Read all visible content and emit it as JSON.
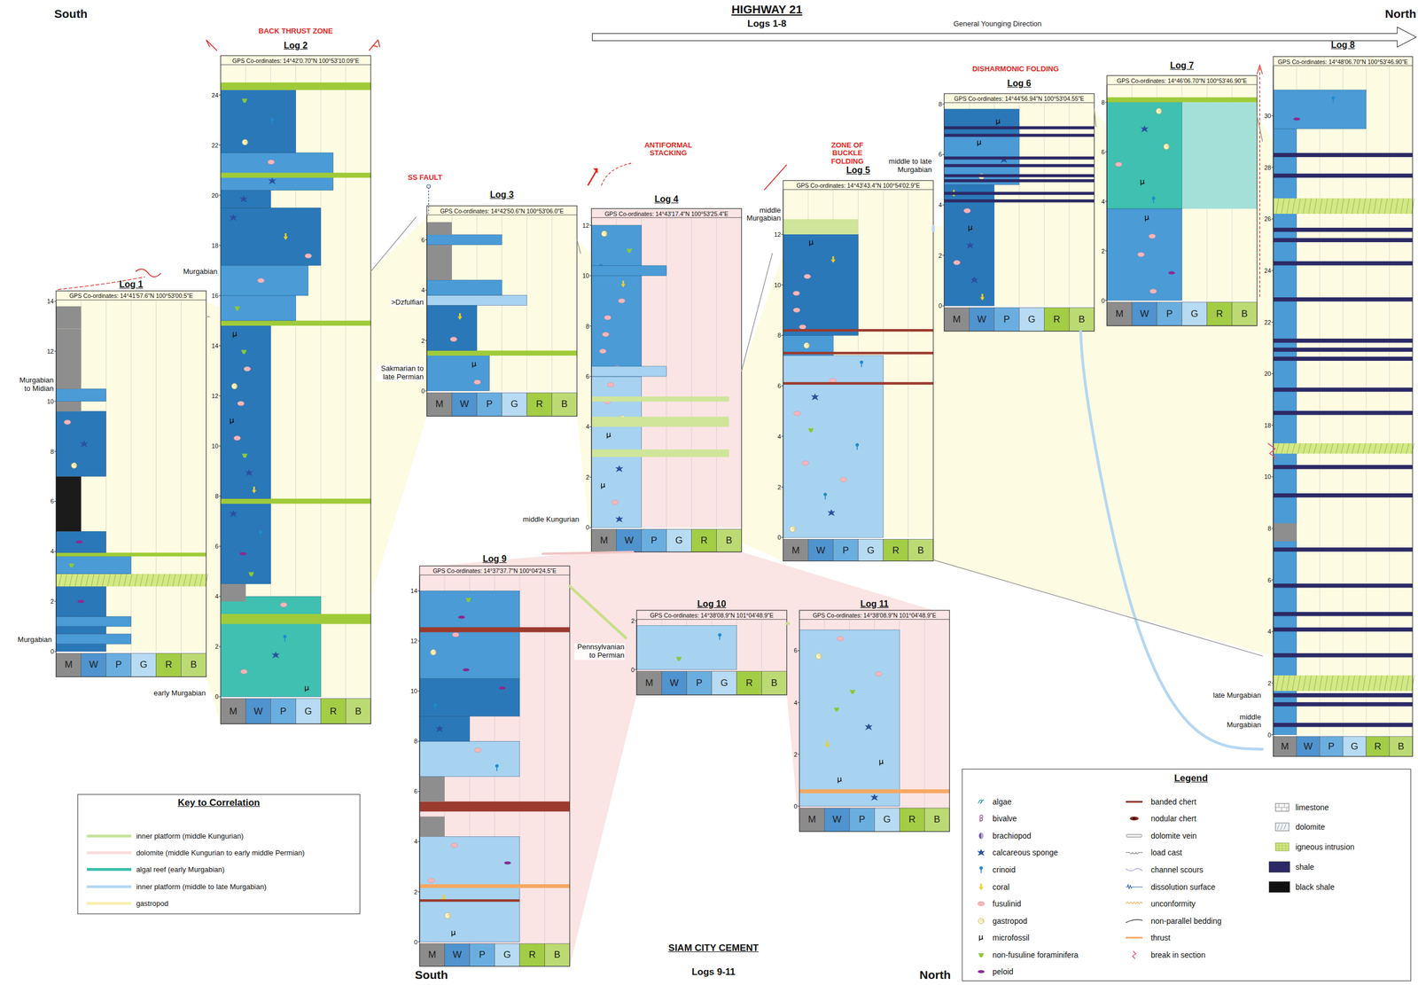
{
  "diagram": {
    "title": "HIGHWAY 21",
    "nodes": [
      {
        "text": [
          "Log 1",
          "GPS Co-ordinates: 14°41'57.6\"N 100°53'00.5\"E",
          "14",
          "12",
          "10",
          "8",
          "6",
          "4",
          "2",
          "0",
          "M",
          "W",
          "P",
          "G",
          "R",
          "B"
        ]
      },
      {
        "text": [
          "Log 2",
          "GPS Co-ordinates: 14°42'0.70\"N 100°53'10.09\"E",
          "24",
          "22",
          "20",
          "18",
          "16",
          "14",
          "12",
          "10",
          "8",
          "6",
          "4",
          "2",
          "0",
          "M",
          "W",
          "P",
          "G",
          "R",
          "B"
        ]
      },
      {
        "text": [
          "Log 3",
          "GPS Co-ordinates: 14°42'50.6\"N 100°53'06.0\"E",
          "6",
          "4",
          "2",
          "0",
          "M",
          "W",
          "P",
          "G",
          "R",
          "B"
        ]
      },
      {
        "text": [
          "Log 4",
          "GPS Co-ordinates: 14°43'17.4\"N 100°53'25.4\"E",
          "12",
          "10",
          "8",
          "6",
          "4",
          "2",
          "0",
          "M",
          "W",
          "P",
          "G",
          "R",
          "B"
        ]
      },
      {
        "text": [
          "Log 5",
          "GPS Co-ordinates: 14°43'43.4\"N 100°54'02.9\"E",
          "12",
          "10",
          "8",
          "6",
          "4",
          "2",
          "0",
          "M",
          "W",
          "P",
          "G",
          "R",
          "B"
        ]
      },
      {
        "text": [
          "Log 6",
          "GPS Co-ordinates: 14°44'56.94\"N 100°53'04.55\"E",
          "8",
          "6",
          "4",
          "2",
          "0",
          "M",
          "W",
          "P",
          "G",
          "R",
          "B"
        ]
      },
      {
        "text": [
          "Log 7",
          "GPS Co-ordinates: 14°46'06.70\"N 100°53'46.90\"E",
          "8",
          "6",
          "4",
          "2",
          "0",
          "M",
          "W",
          "P",
          "G",
          "R",
          "B"
        ]
      },
      {
        "text": [
          "Log 8",
          "GPS Co-ordinates: 14°48'06.70\"N 100°53'46.90\"E",
          "30",
          "28",
          "26",
          "24",
          "22",
          "20",
          "18",
          "10",
          "8",
          "6",
          "4",
          "2",
          "0",
          "M",
          "W",
          "P",
          "G",
          "R",
          "B"
        ]
      },
      {
        "text": [
          "Log 9",
          "GPS Co-ordinates: 14°37'37.7\"N 100°04'24.5\"E",
          "14",
          "12",
          "10",
          "8",
          "6",
          "4",
          "2",
          "0",
          "M",
          "W",
          "P",
          "G",
          "R",
          "B"
        ]
      },
      {
        "text": [
          "Log 10",
          "GPS Co-ordinates: 14°38'08.9\"N 101°04'48.9\"E",
          "2",
          "0",
          "M",
          "W",
          "P",
          "G",
          "R",
          "B"
        ]
      },
      {
        "text": [
          "Log 11",
          "GPS Co-ordinates: 14°38'08.9\"N 101°04'48.9\"E",
          "6",
          "4",
          "2",
          "0",
          "M",
          "W",
          "P",
          "G",
          "R",
          "B"
        ]
      }
    ],
    "edges": [
      {
        "from": 0,
        "to": 1,
        "arrow": "none"
      },
      {
        "from": 1,
        "to": 2,
        "arrow": "none"
      },
      {
        "from": 2,
        "to": 3,
        "arrow": "none"
      },
      {
        "from": 3,
        "to": 4,
        "arrow": "none"
      },
      {
        "from": 4,
        "to": 5,
        "arrow": "none"
      },
      {
        "from": 5,
        "to": 6,
        "arrow": "none"
      },
      {
        "from": 6,
        "to": 7,
        "arrow": "none"
      },
      {
        "from": 5,
        "to": 7,
        "arrow": "none"
      },
      {
        "from": 3,
        "to": 8,
        "arrow": "none"
      },
      {
        "from": 8,
        "to": 9,
        "arrow": "none"
      },
      {
        "from": 9,
        "to": 10,
        "arrow": "none"
      },
      {
        "from": 4,
        "to": 7,
        "arrow": "none"
      }
    ],
    "labels": [
      "South",
      "Logs 1-8",
      "General Younging Direction",
      "North",
      "BACK THRUST ZONE",
      "SS FAULT",
      "ANTIFORMAL STACKING",
      "ZONE OF BUCKLE FOLDING",
      "DISHARMONIC FOLDING",
      "Murgabian to Midian",
      "Murgabian",
      "Murgabian",
      "early Murgabian",
      ">Dzfulfian",
      "Sakmarian to late Permian",
      "middle Kungurian",
      "middle Murgabian",
      "middle to late Murgabian",
      "late Murgabian",
      "middle Murgabian",
      "Pennsylvanian to Permian",
      "SIAM CITY CEMENT",
      "Logs 9-11",
      "South",
      "North",
      "Key to Correlation",
      "Legend"
    ],
    "legend": [
      {
        "text": "inner platform (middle Kungurian)",
        "color": "#c8e39a"
      },
      {
        "text": "dolomite (middle Kungurian to early middle Permian)",
        "color": "#f9dcdc"
      },
      {
        "text": "algal reef (early Murgabian)",
        "color": "#3dbfae"
      },
      {
        "text": "inner platform (middle to late Murgabian)",
        "color": "#b6d8f2"
      },
      {
        "text": "gastropod",
        "color": "#f7f1b0"
      },
      {
        "text": "algae"
      },
      {
        "text": "bivalve"
      },
      {
        "text": "brachiopod"
      },
      {
        "text": "calcareous sponge"
      },
      {
        "text": "crinoid"
      },
      {
        "text": "coral"
      },
      {
        "text": "fusulinid"
      },
      {
        "text": "gastropod"
      },
      {
        "text": "microfossil"
      },
      {
        "text": "non-fusuline foraminifera"
      },
      {
        "text": "peloid"
      },
      {
        "text": "banded chert"
      },
      {
        "text": "nodular chert"
      },
      {
        "text": "dolomite vein"
      },
      {
        "text": "load cast"
      },
      {
        "text": "channel scours"
      },
      {
        "text": "dissolution surface"
      },
      {
        "text": "unconformity"
      },
      {
        "text": "non-parallel bedding"
      },
      {
        "text": "thrust"
      },
      {
        "text": "break in section"
      },
      {
        "text": "limestone"
      },
      {
        "text": "dolomite"
      },
      {
        "text": "igneous intrusion"
      },
      {
        "text": "shale",
        "color": "#2c2a66"
      },
      {
        "text": "black shale",
        "color": "#111111"
      }
    ]
  }
}
